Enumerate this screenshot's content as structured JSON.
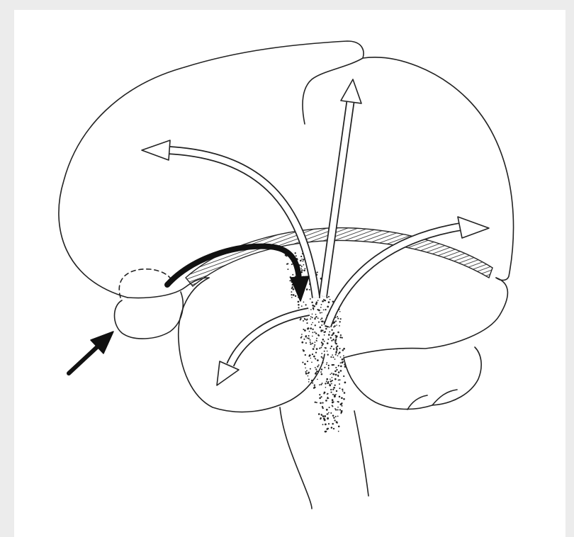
{
  "colors": {
    "frame_background": "#ececec",
    "panel_background": "#ffffff",
    "line": "#222222",
    "open_arrow_fill": "#ffffff",
    "solid_arrow_fill": "#111111",
    "stipple": "#222222"
  },
  "diagram": {
    "subject": "brain-lateral-view",
    "open_arrow_count": 4,
    "solid_arrow_count": 2,
    "icons": [
      "olfactory-input-arrow-icon",
      "diffuse-projection-arrow-icon",
      "hatched-band-icon",
      "stippled-region-icon"
    ]
  }
}
